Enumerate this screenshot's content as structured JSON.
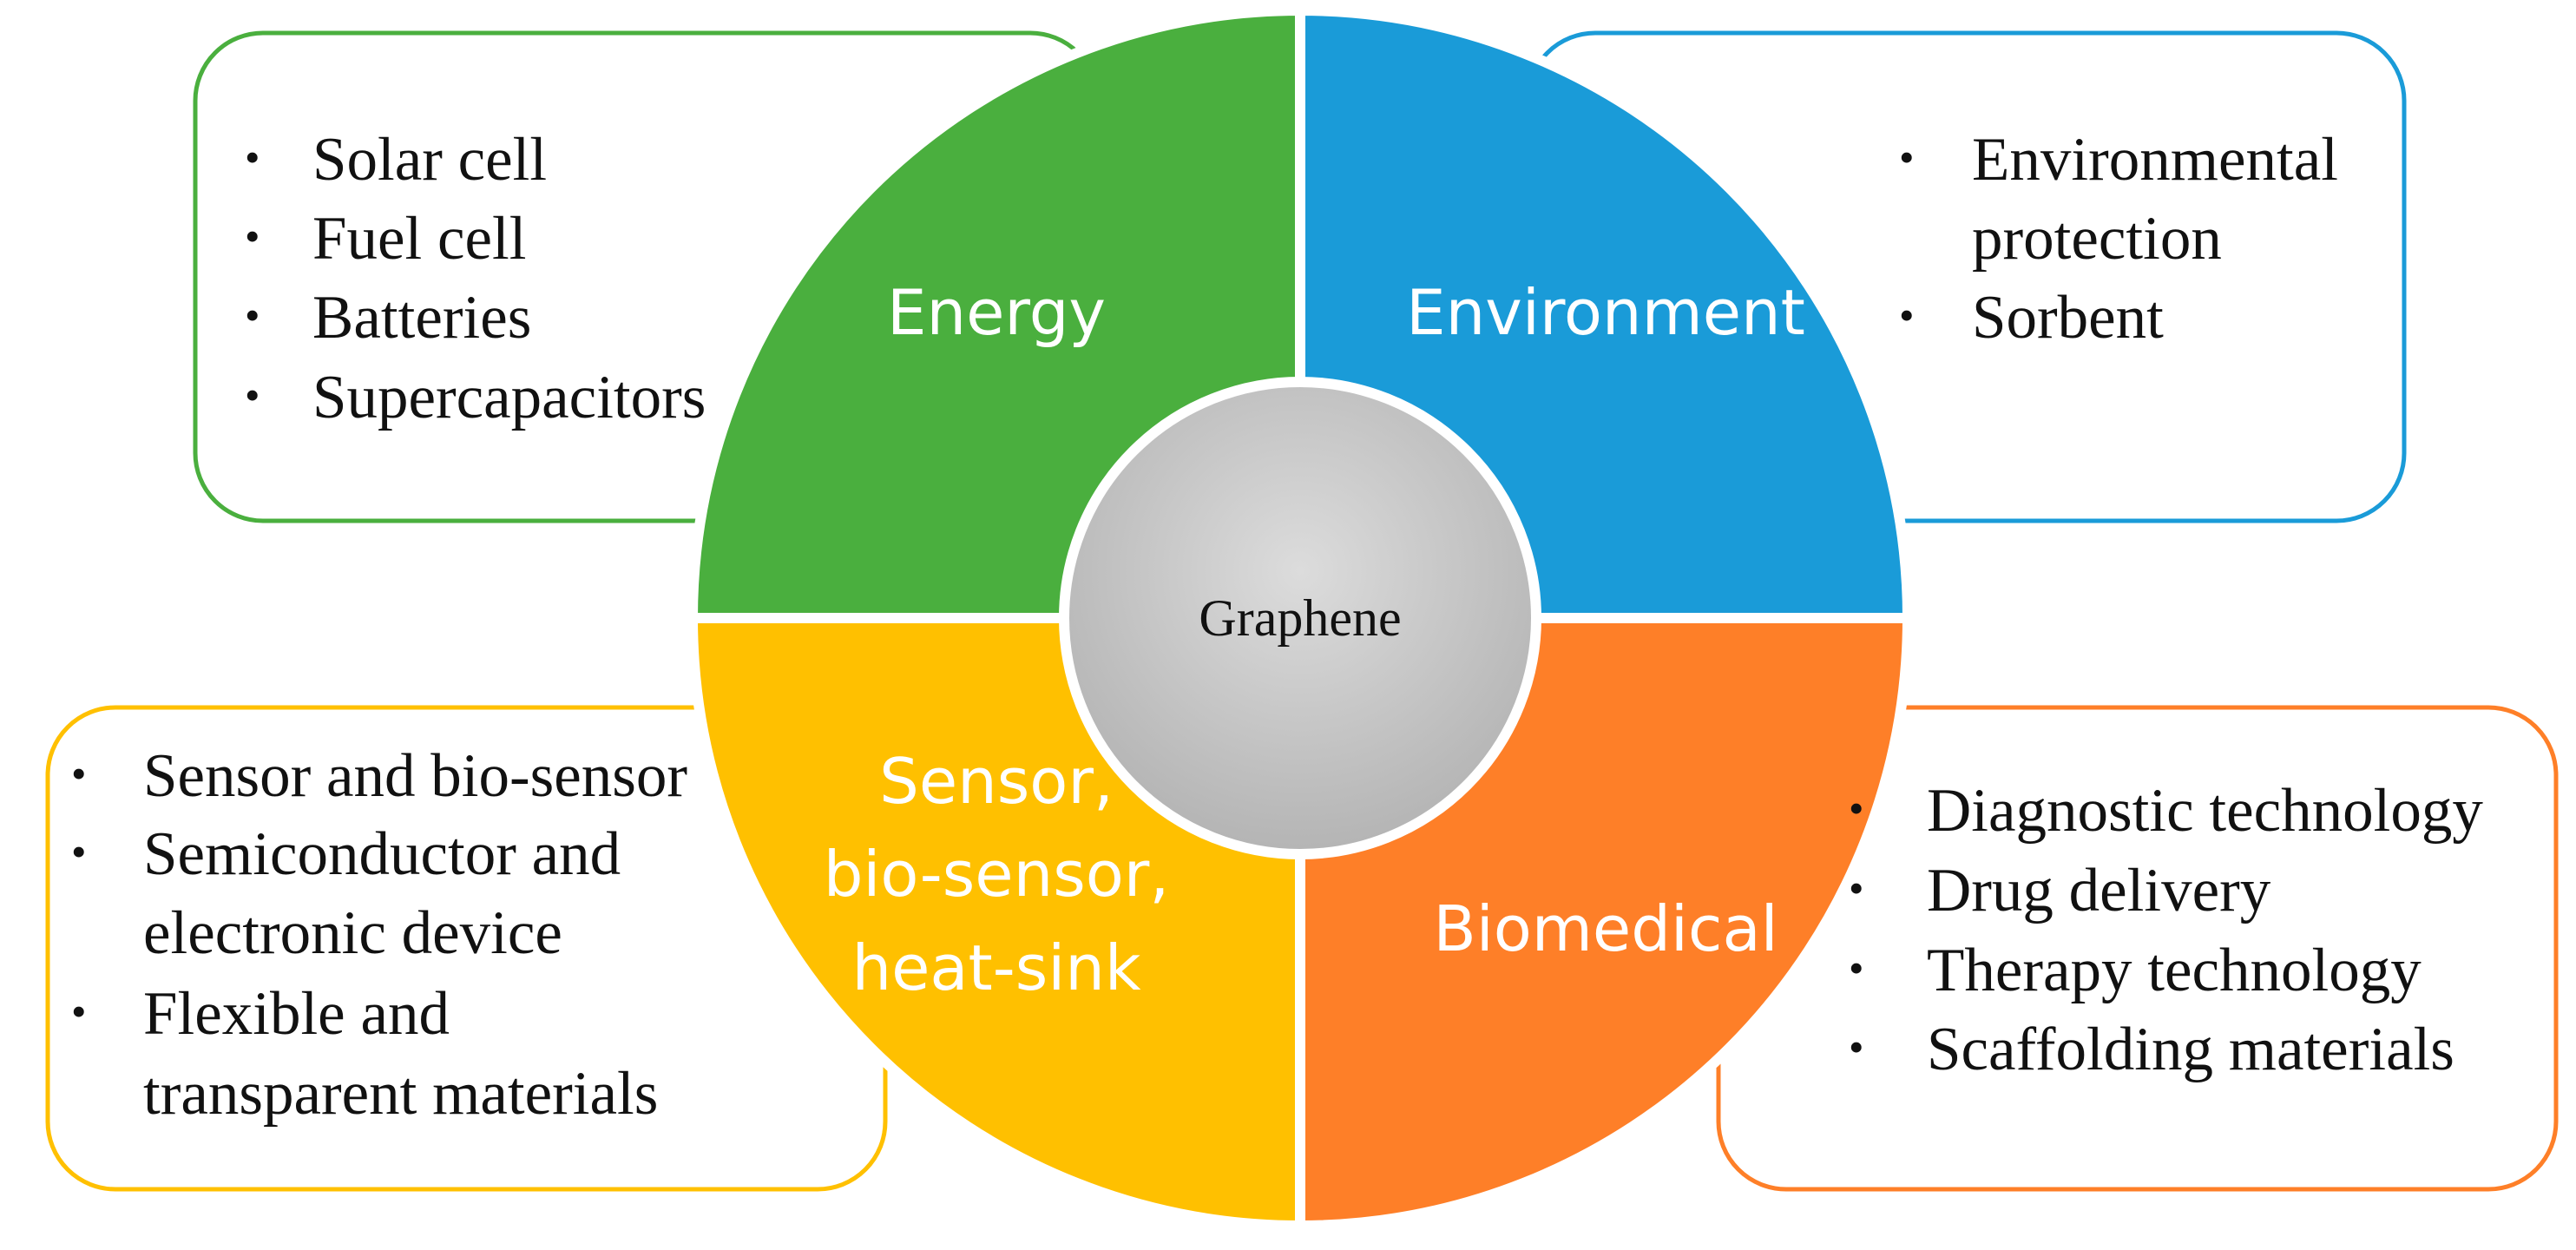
{
  "center": {
    "label": "Graphene"
  },
  "colors": {
    "energy": "#4aaf3e",
    "environment": "#1a9bd8",
    "sensor": "#ffc000",
    "biomedical": "#fe7f28",
    "center_light": "#dcdcdc",
    "center_dark": "#b4b4b4"
  },
  "quadrants": [
    {
      "key": "energy",
      "label_lines": [
        "Energy"
      ]
    },
    {
      "key": "environment",
      "label_lines": [
        "Environment"
      ]
    },
    {
      "key": "sensor",
      "label_lines": [
        "Sensor,",
        "bio-sensor,",
        "heat-sink"
      ]
    },
    {
      "key": "biomedical",
      "label_lines": [
        "Biomedical"
      ]
    }
  ],
  "boxes": [
    {
      "key": "energy",
      "items": [
        [
          "Solar cell"
        ],
        [
          "Fuel cell"
        ],
        [
          "Batteries"
        ],
        [
          "Supercapacitors"
        ]
      ]
    },
    {
      "key": "environment",
      "items": [
        [
          "Environmental",
          "protection"
        ],
        [
          "Sorbent"
        ]
      ]
    },
    {
      "key": "sensor",
      "items": [
        [
          "Sensor and bio-sensor"
        ],
        [
          "Semiconductor and",
          "electronic device"
        ],
        [
          "Flexible and",
          "transparent materials"
        ]
      ]
    },
    {
      "key": "biomedical",
      "items": [
        [
          "Diagnostic technology"
        ],
        [
          "Drug delivery"
        ],
        [
          "Therapy technology"
        ],
        [
          "Scaffolding materials"
        ]
      ]
    }
  ]
}
